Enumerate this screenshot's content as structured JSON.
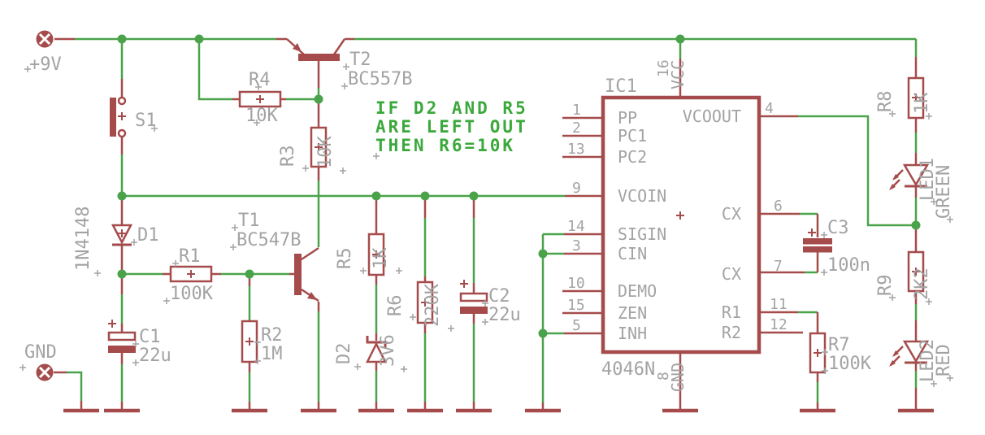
{
  "colors": {
    "wire_green": "#4aa34a",
    "component_red": "#a54b4b",
    "label_gray": "#a3a3a3",
    "note_green": "#3aa83a",
    "background": "#ffffff"
  },
  "power": {
    "plus9v": "+9V",
    "gnd": "GND"
  },
  "note": {
    "lines": [
      "IF D2 AND R5",
      "ARE LEFT OUT",
      "THEN R6=10K"
    ]
  },
  "ic1": {
    "name": "IC1",
    "part": "4046N",
    "pins": {
      "left": [
        {
          "num": "1",
          "label": "PP"
        },
        {
          "num": "2",
          "label": "PC1"
        },
        {
          "num": "13",
          "label": "PC2"
        },
        {
          "num": "9",
          "label": "VCOIN"
        },
        {
          "num": "14",
          "label": "SIGIN"
        },
        {
          "num": "3",
          "label": "CIN"
        },
        {
          "num": "10",
          "label": "DEMO"
        },
        {
          "num": "15",
          "label": "ZEN"
        },
        {
          "num": "5",
          "label": "INH"
        }
      ],
      "right": [
        {
          "num": "4",
          "label": "VCOOUT"
        },
        {
          "num": "6",
          "label": "CX"
        },
        {
          "num": "7",
          "label": "CX"
        },
        {
          "num": "11",
          "label": "R1"
        },
        {
          "num": "12",
          "label": "R2"
        }
      ],
      "top": {
        "num": "16",
        "label": "VCC"
      },
      "bottom": {
        "num": "8",
        "label": "GND"
      }
    }
  },
  "components": {
    "S1": {
      "name": "S1"
    },
    "T1": {
      "name": "T1",
      "value": "BC547B"
    },
    "T2": {
      "name": "T2",
      "value": "BC557B"
    },
    "R1": {
      "name": "R1",
      "value": "100K"
    },
    "R2": {
      "name": "R2",
      "value": "1M"
    },
    "R3": {
      "name": "R3",
      "value": "10K"
    },
    "R4": {
      "name": "R4",
      "value": "10K"
    },
    "R5": {
      "name": "R5",
      "value": "1K"
    },
    "R6": {
      "name": "R6",
      "value": "220K"
    },
    "R7": {
      "name": "R7",
      "value": "100K"
    },
    "R8": {
      "name": "R8",
      "value": "1K"
    },
    "R9": {
      "name": "R9",
      "value": "2K2"
    },
    "C1": {
      "name": "C1",
      "value": "22u"
    },
    "C2": {
      "name": "C2",
      "value": "22u"
    },
    "C3": {
      "name": "C3",
      "value": "100n"
    },
    "D1": {
      "name": "D1",
      "value": "1N4148"
    },
    "D2": {
      "name": "D2",
      "value": "3V6"
    },
    "LED1": {
      "name": "LED1",
      "value": "GREEN"
    },
    "LED2": {
      "name": "LED2",
      "value": "RED"
    }
  }
}
